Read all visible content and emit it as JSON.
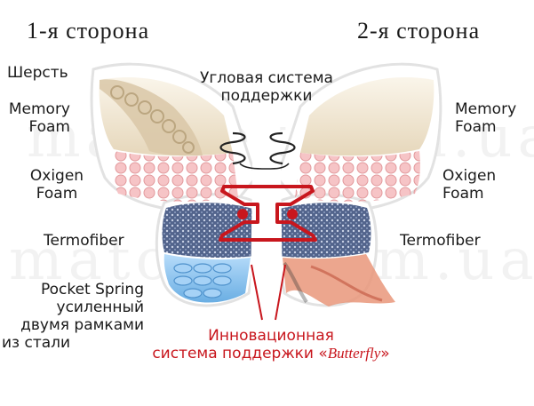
{
  "side_left": "1-я сторона",
  "side_right": "2-я сторона",
  "left_labels": {
    "wool": "Шерсть",
    "memory_1": "Memory",
    "memory_2": "Foam",
    "oxigen_1": "Oxigen",
    "oxigen_2": "Foam",
    "termofiber": "Termofiber",
    "pocket_1": "Pocket Spring",
    "pocket_2": "усиленный",
    "pocket_3": "двумя  рамками",
    "pocket_4": "из  стали"
  },
  "right_labels": {
    "memory_1": "Memory",
    "memory_2": "Foam",
    "oxigen_1": "Oxigen",
    "oxigen_2": "Foam",
    "termofiber": "Termofiber"
  },
  "corner_support_1": "Угловая  система",
  "corner_support_2": "поддержки",
  "innovation_1": "Инновационная",
  "innovation_2a": "система  поддержки «",
  "innovation_brand": "Butterfly",
  "innovation_2b": "»",
  "watermark_1": "matolex.com.ua",
  "watermark_2": "matolex.com.ua",
  "colors": {
    "accent_red": "#c8161d",
    "memory": "#efe6d2",
    "oxigen": "#f3c1c1",
    "termofiber": "#5d6f93",
    "pocket": "#8fc4ee"
  }
}
